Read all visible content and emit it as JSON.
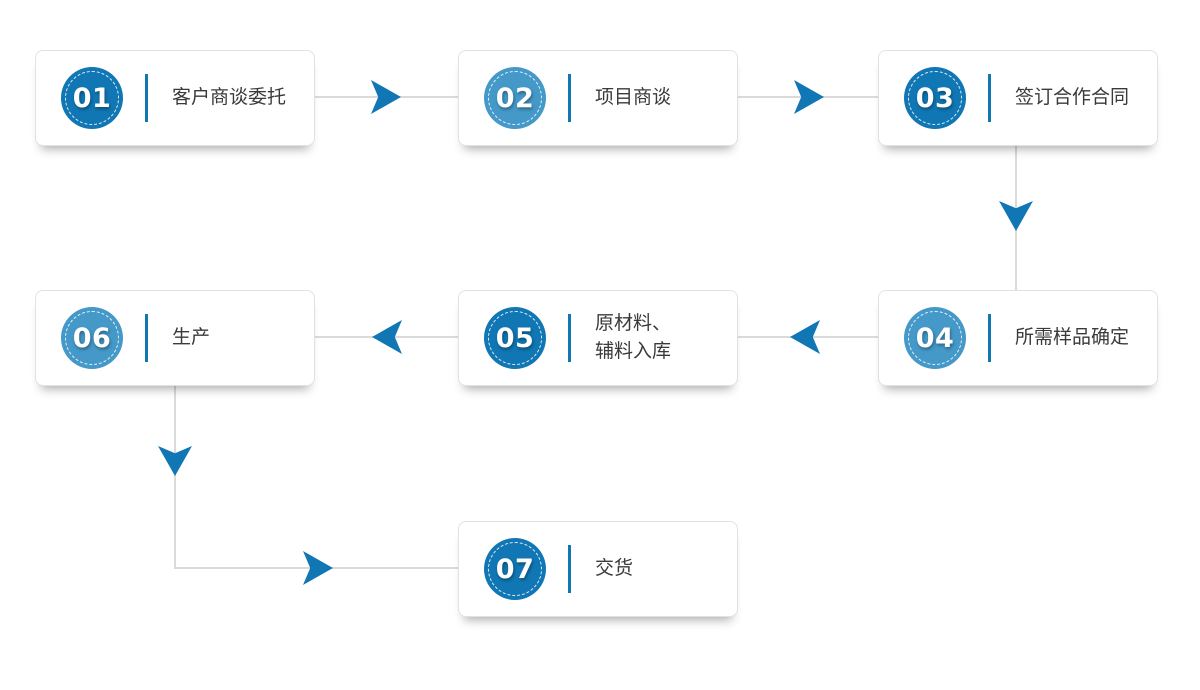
{
  "colors": {
    "dark_blue": "#1077b4",
    "light_blue": "#4599c9",
    "arrow_blue": "#1077b4",
    "line_gray": "#dadada",
    "label_text": "#3a3a3a"
  },
  "steps": [
    {
      "id": "01",
      "label": "客户商谈委托",
      "variant": "dark"
    },
    {
      "id": "02",
      "label": "项目商谈",
      "variant": "light"
    },
    {
      "id": "03",
      "label": "签订合作合同",
      "variant": "dark"
    },
    {
      "id": "04",
      "label": "所需样品确定",
      "variant": "light"
    },
    {
      "id": "05",
      "label": "原材料、\n辅料入库",
      "variant": "dark"
    },
    {
      "id": "06",
      "label": "生产",
      "variant": "light"
    },
    {
      "id": "07",
      "label": "交货",
      "variant": "dark"
    }
  ]
}
